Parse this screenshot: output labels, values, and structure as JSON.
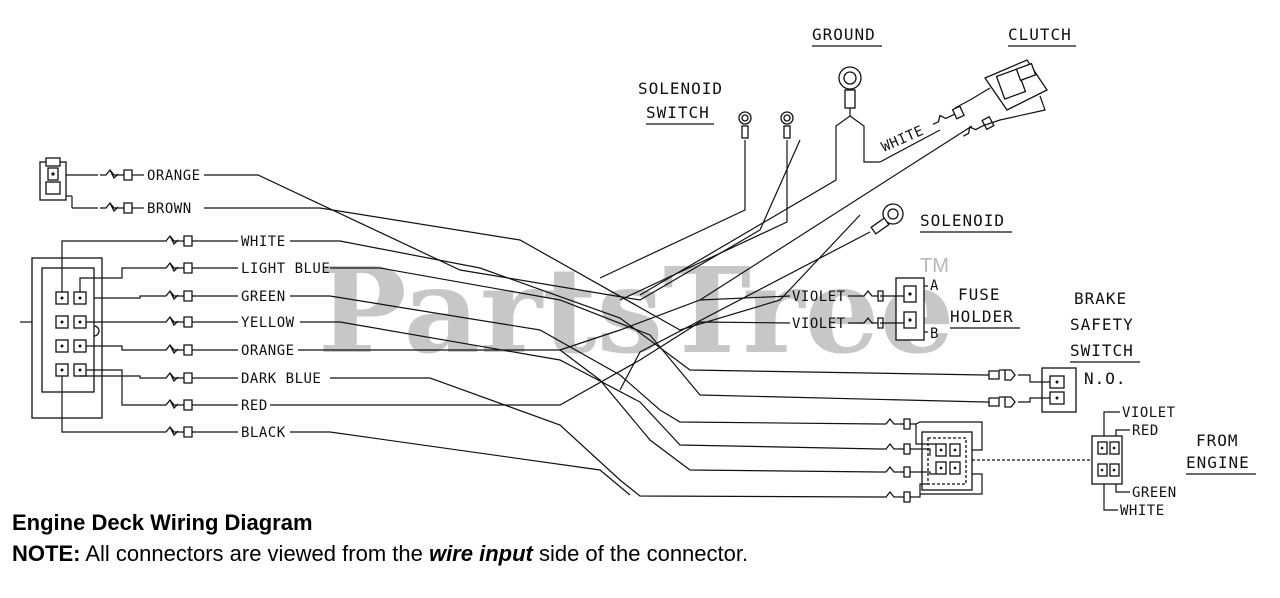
{
  "watermark": {
    "brand": "PartsTree",
    "trademark": "TM"
  },
  "labels": {
    "ground": "GROUND",
    "clutch": "CLUTCH",
    "solenoid_switch_1": "SOLENOID",
    "solenoid_switch_2": "SWITCH",
    "solenoid": "SOLENOID",
    "fuse_holder_1": "FUSE",
    "fuse_holder_2": "HOLDER",
    "fuse_a": "A",
    "fuse_b": "B",
    "brake_1": "BRAKE",
    "brake_2": "SAFETY",
    "brake_3": "SWITCH",
    "brake_4": "N.O.",
    "from_engine_1": "FROM",
    "from_engine_2": "ENGINE"
  },
  "wires": {
    "orange_top": "ORANGE",
    "brown": "BROWN",
    "white": "WHITE",
    "light_blue": "LIGHT BLUE",
    "green": "GREEN",
    "yellow": "YELLOW",
    "orange": "ORANGE",
    "dark_blue": "DARK BLUE",
    "red": "RED",
    "black": "BLACK",
    "clutch_white": "WHITE",
    "violet_a": "VIOLET",
    "violet_b": "VIOLET",
    "eng_violet": "VIOLET",
    "eng_red": "RED",
    "eng_green": "GREEN",
    "eng_white": "WHITE"
  },
  "caption": {
    "title": "Engine Deck Wiring Diagram",
    "note_label": "NOTE:",
    "note_pre": " All connectors are viewed from the ",
    "note_em": "wire input",
    "note_post": " side of the connector."
  }
}
